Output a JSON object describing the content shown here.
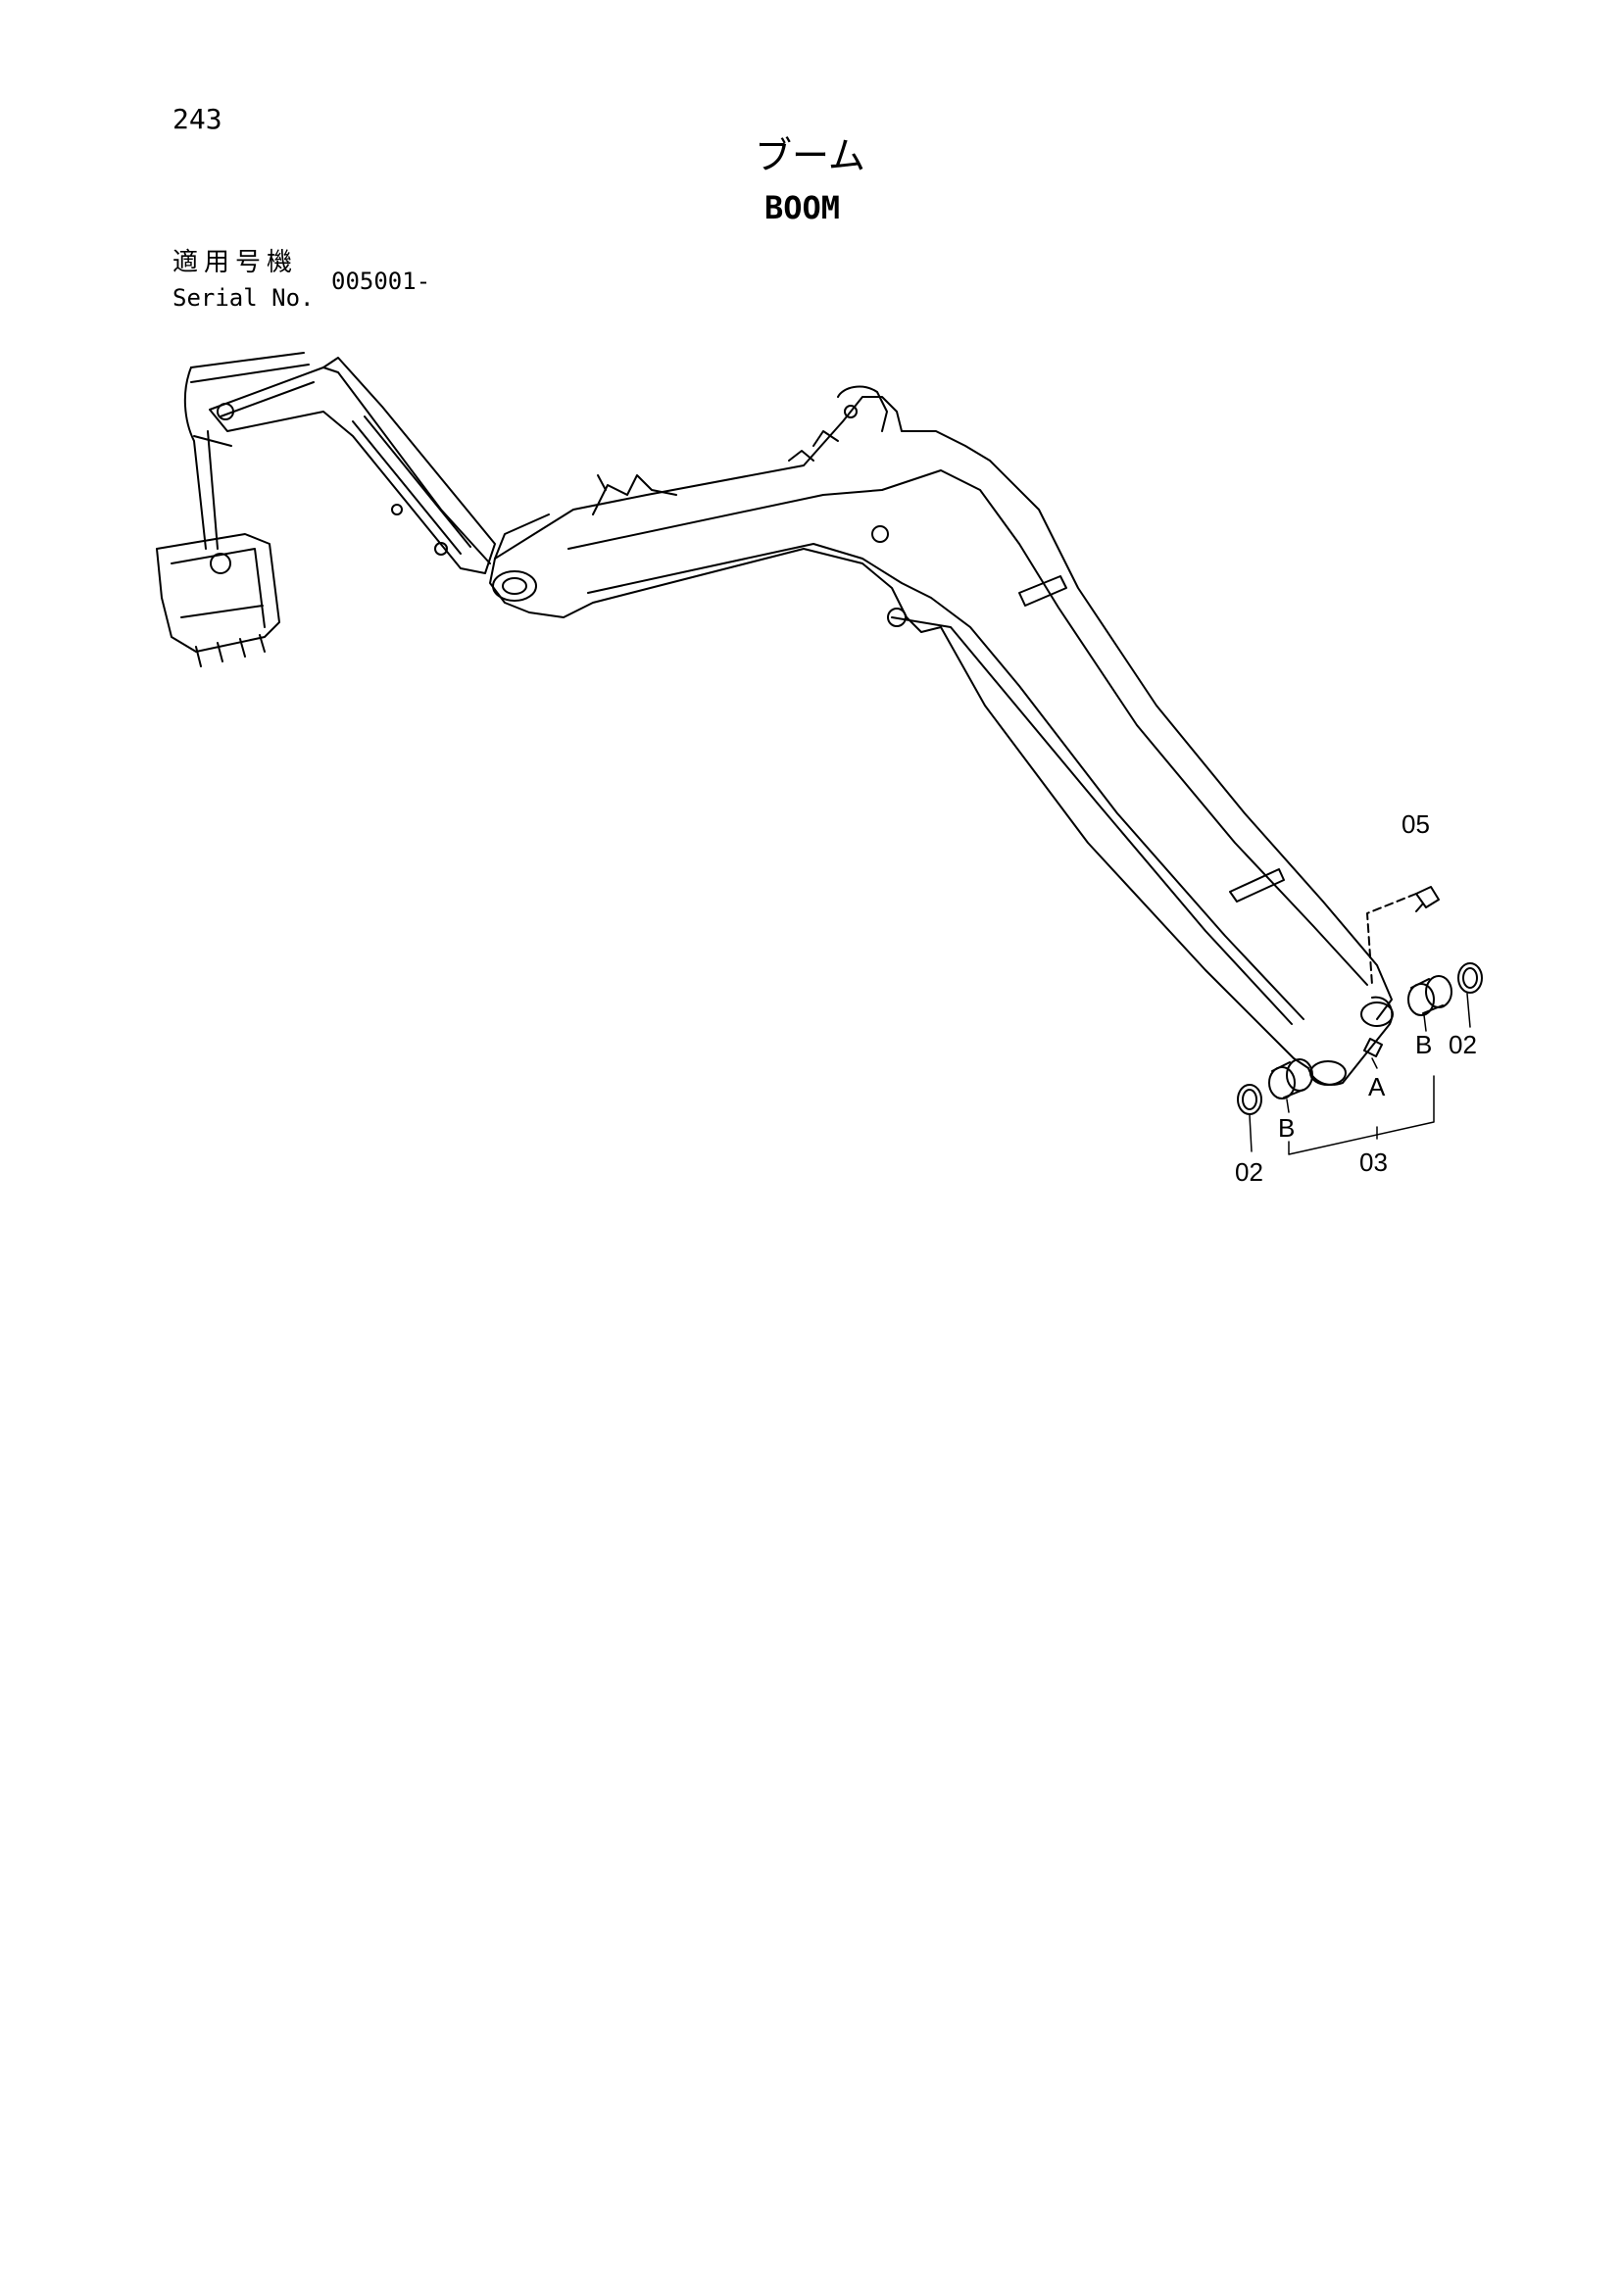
{
  "page_number": "243",
  "title_jp": "ブーム",
  "title_en": "BOOM",
  "serial_label_jp": "適用号機",
  "serial_label_en": "Serial No.",
  "serial_value": "005001-",
  "callouts": {
    "c05": "05",
    "c02_right": "02",
    "c02_left": "02",
    "c03": "03",
    "cA": "A",
    "cB_right": "B",
    "cB_left": "B"
  }
}
